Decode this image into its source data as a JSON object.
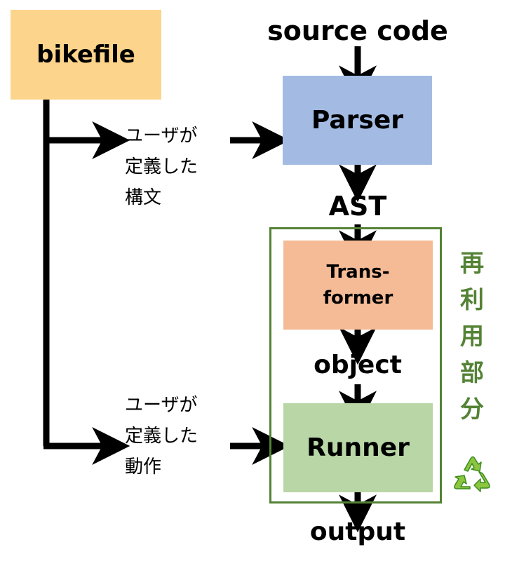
{
  "nodes": {
    "bikefile": "bikefile",
    "parser": "Parser",
    "transformer_line1": "Trans-",
    "transformer_line2": "former",
    "runner": "Runner"
  },
  "labels": {
    "source_code": "source code",
    "ast": "AST",
    "object": "object",
    "output": "output"
  },
  "side_notes": {
    "syntax": [
      "ユーザが",
      "定義した",
      "構文"
    ],
    "behavior": [
      "ユーザが",
      "定義した",
      "動作"
    ]
  },
  "reusable_part": {
    "chars": [
      "再",
      "利",
      "用",
      "部",
      "分"
    ],
    "icon": "recycle-icon",
    "color": "#548235"
  },
  "colors": {
    "bikefile": "#fcd48b",
    "parser": "#a3bbe3",
    "transformer": "#f5bb97",
    "runner": "#b9d7a6"
  }
}
